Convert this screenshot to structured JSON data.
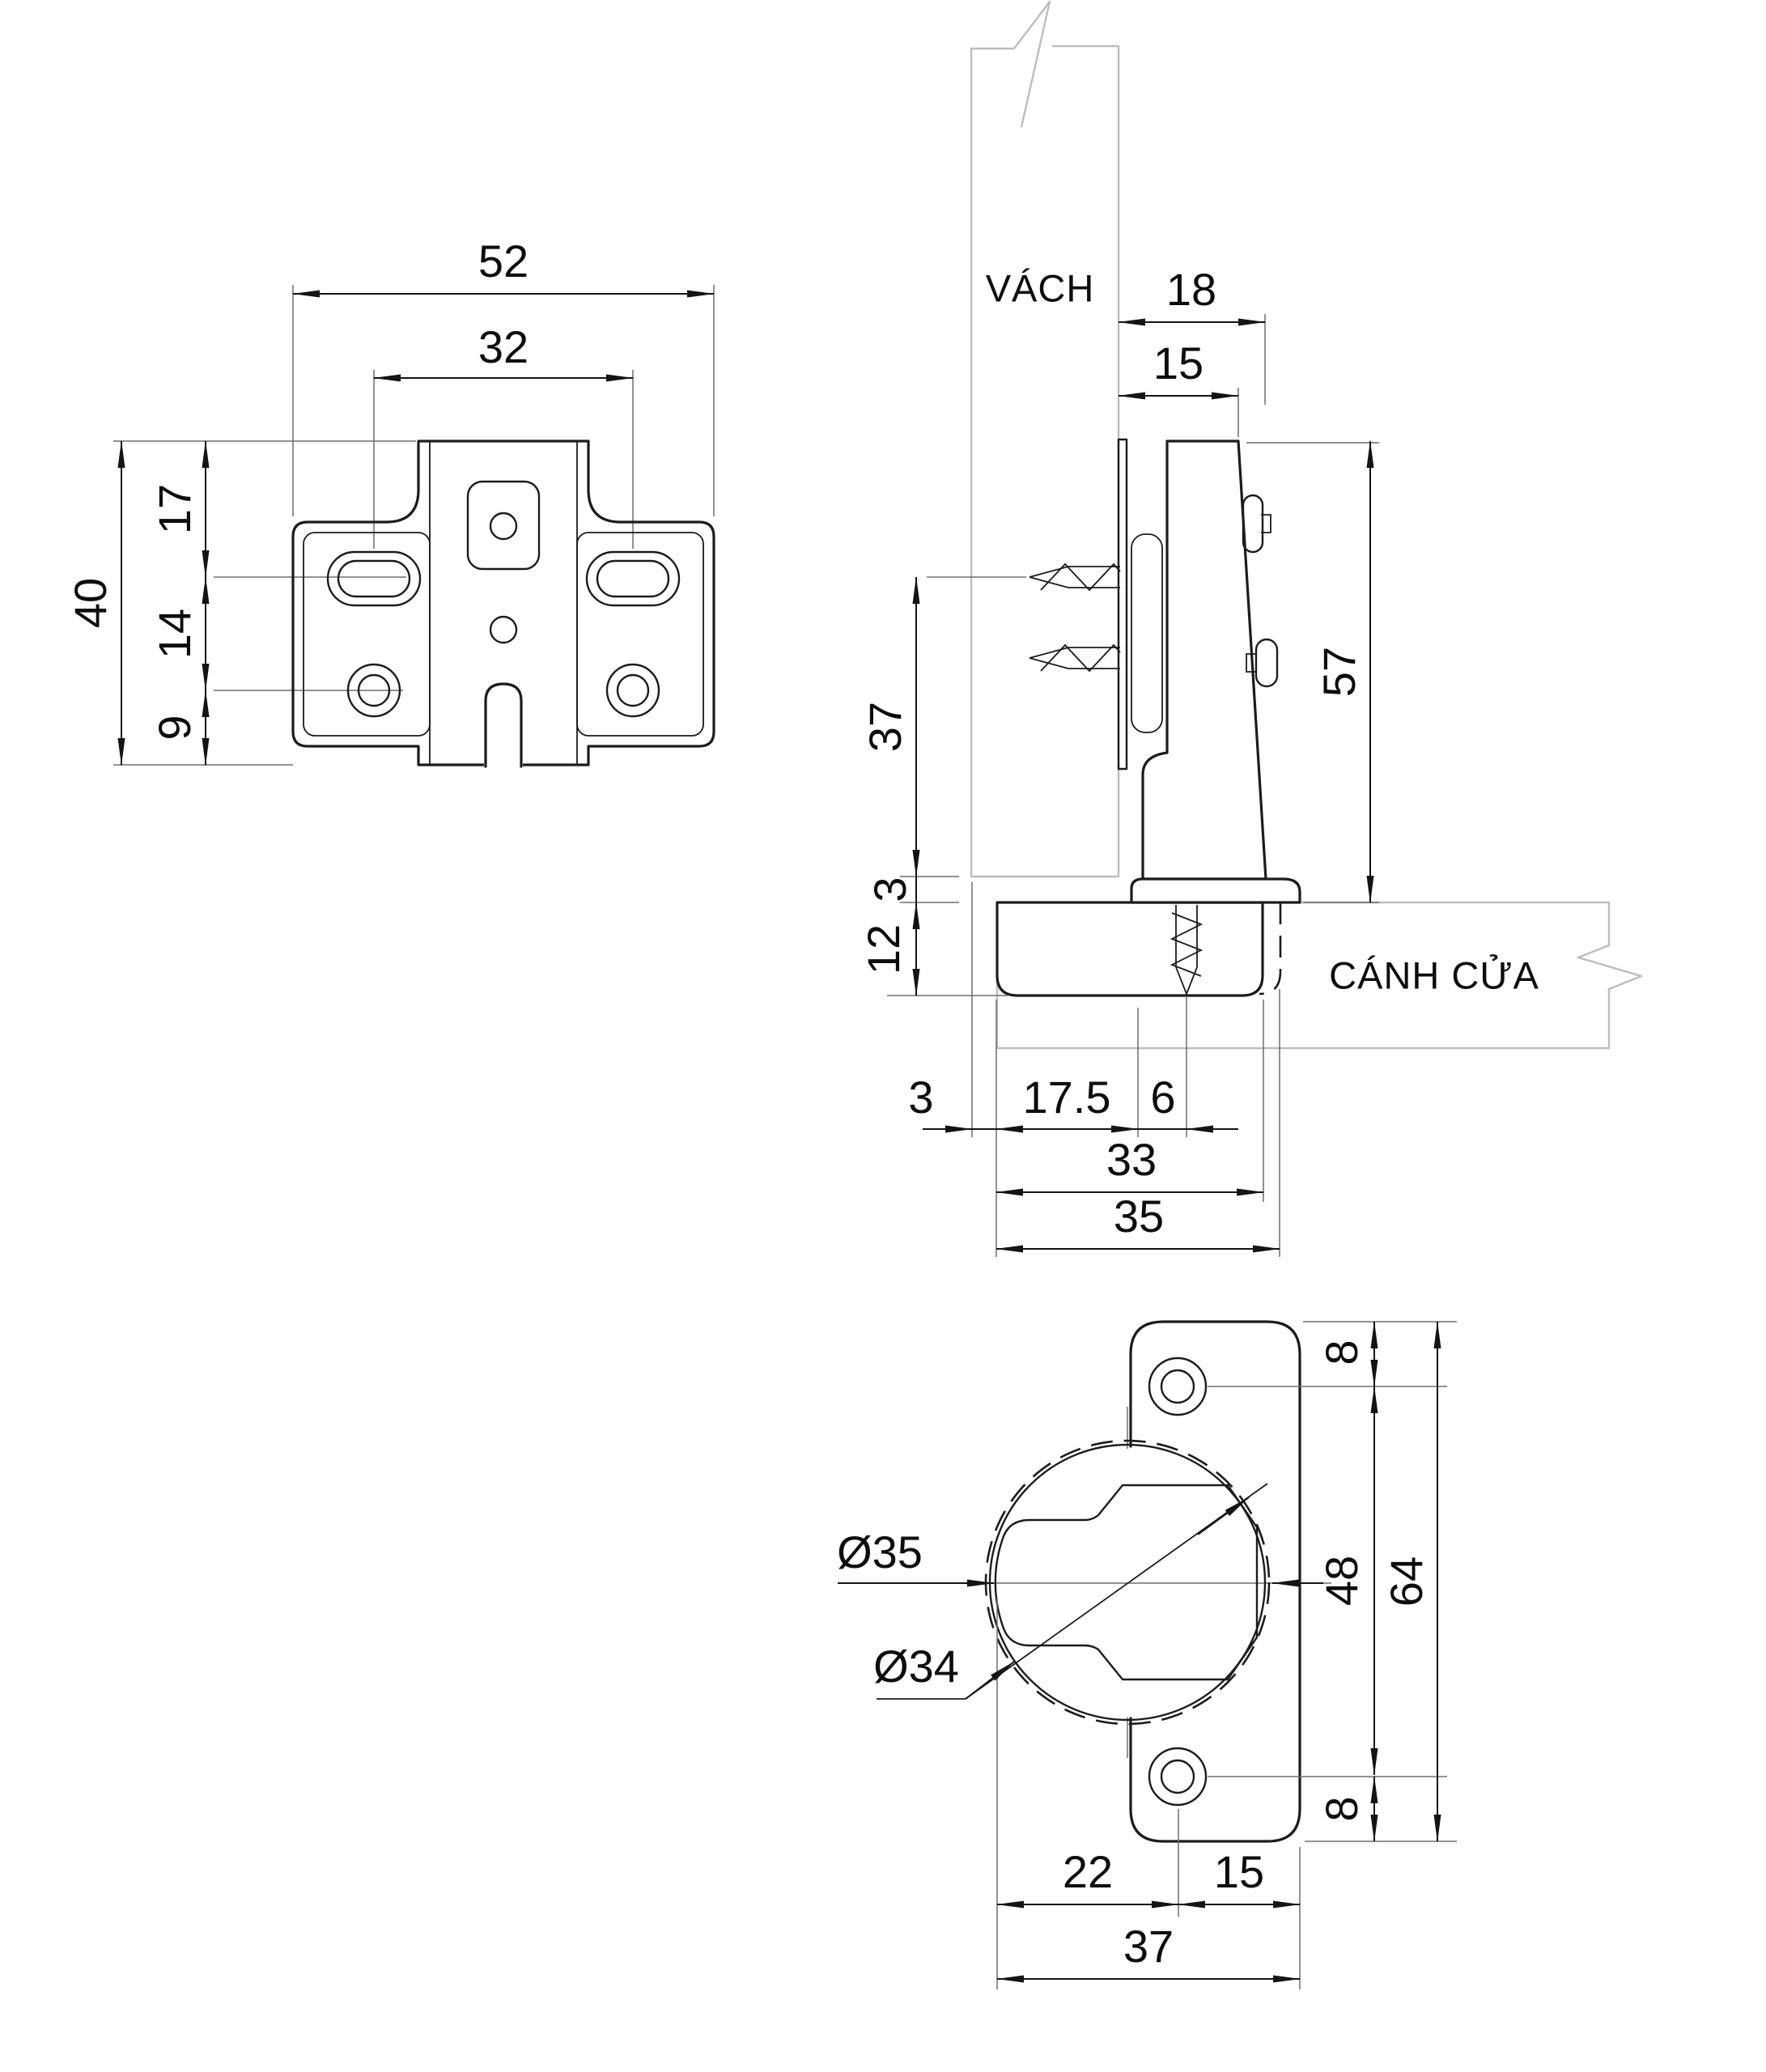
{
  "drawing": {
    "type": "technical-orthographic-views",
    "subject": "cabinet hinge (mounting plate, side section, door cup plate)",
    "colors": {
      "line": "#1c1c1c",
      "context_line": "#bdbdbd",
      "extension_line": "#6f6f6f",
      "background": "#ffffff"
    },
    "views": {
      "front_plate": {
        "dims": {
          "width_total": "52",
          "slot_spacing": "32",
          "height_total": "40",
          "seg_top": "17",
          "seg_mid": "14",
          "seg_bottom": "9"
        }
      },
      "side_section": {
        "wall_label": "VÁCH",
        "door_label": "CÁNH CỬA",
        "dims": {
          "offset_full": "18",
          "offset_arm": "15",
          "height_total": "57",
          "screw_to_wall_bottom": "37",
          "gap": "3",
          "cup_depth": "12",
          "reveal": "3",
          "cup_center": "17.5",
          "screw_offset": "6",
          "cup_body_width": "33",
          "cup_overall_width": "35"
        }
      },
      "door_cup_plate": {
        "dims": {
          "hole_top_offset": "8",
          "hole_spacing": "48",
          "plate_height": "64",
          "hole_bottom_offset": "8",
          "bore_center_offset": "22",
          "screw_line_to_edge": "15",
          "width_total": "37",
          "bore_diameter": "Ø35",
          "cup_diameter": "Ø34"
        }
      }
    }
  }
}
